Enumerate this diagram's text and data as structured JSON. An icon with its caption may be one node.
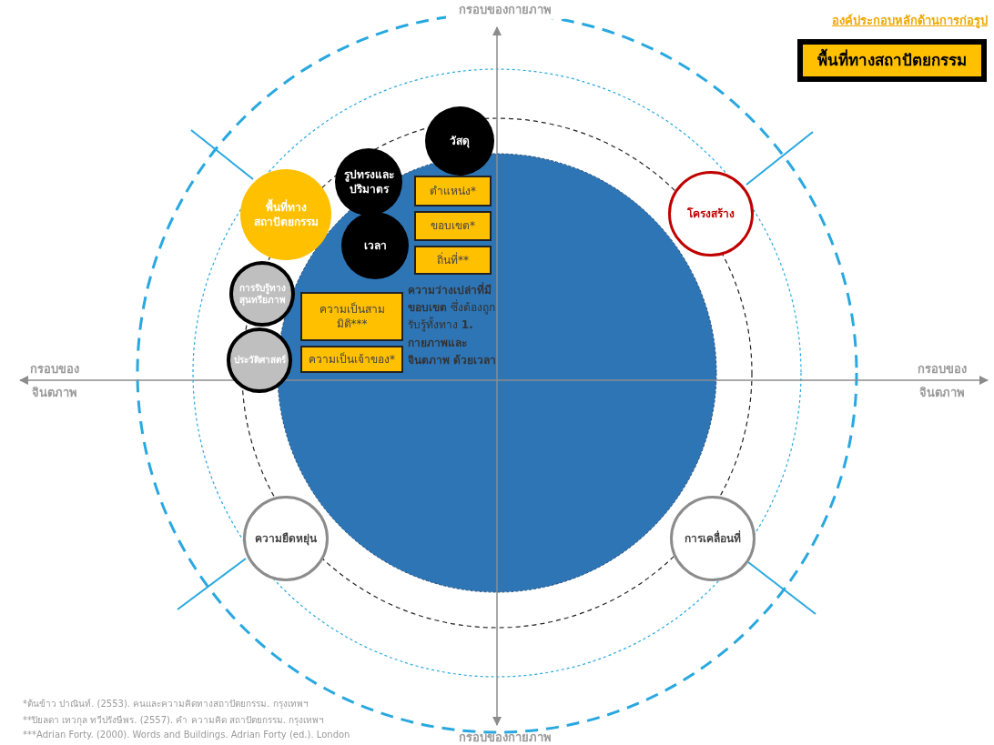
{
  "diagram": {
    "nodes": [
      {
        "text": [
          "พื้นที่ทางสถาปัตยกรรม"
        ]
      },
      {
        "text": [
          "วัสดุ"
        ]
      },
      {
        "text": [
          "รูปทรงและปริมาตร"
        ]
      },
      {
        "text": [
          "พื้นที่ทางสถาปัตยกรรม"
        ]
      },
      {
        "text": [
          "โครงสร้าง"
        ]
      },
      {
        "text": [
          "ตำแหน่ง*"
        ]
      },
      {
        "text": [
          "ขอบเขต*"
        ]
      },
      {
        "text": [
          "เวลา"
        ]
      },
      {
        "text": [
          "ถิ่นที่**"
        ]
      },
      {
        "text": [
          "การรับรู้ทางสุนทรียภาพ"
        ]
      },
      {
        "text": [
          "ความเป็นสามมิติ***"
        ]
      },
      {
        "text": [
          "ประวัติศาสตร์"
        ]
      },
      {
        "text": [
          "ความเป็นเจ้าของ*"
        ]
      },
      {
        "text": [
          "ความยืดหยุ่น"
        ]
      },
      {
        "text": [
          "การเคลื่อนที่"
        ]
      }
    ],
    "labels": [
      "กรอบของกายภาพ",
      "องค์ประกอบหลักด้านการก่อรูป",
      "**ความว่างเปล่าที่มีขอบเขต** ซึ่งต้องถูกรับรู้ทั้งทาง **1. กายภาพและจินตภาพ ด้วยเวลา**",
      "กรอบของจินตภาพ",
      "กรอบของจินตภาพ",
      "*ต้นข้าว ปาณินท์. (2553). คนและความคิดทางสถาปัตยกรรม. กรุงเทพฯ",
      "**ปิยลดา เทวกุล ทวีปรังษีพร. (2557). คำ ความคิด สถาปัตยกรรม. กรุงเทพฯ",
      "***Adrian Forty. (2000). Words and Buildings. Adrian Forty (ed.). London",
      "กรอบของกายภาพ"
    ]
  }
}
